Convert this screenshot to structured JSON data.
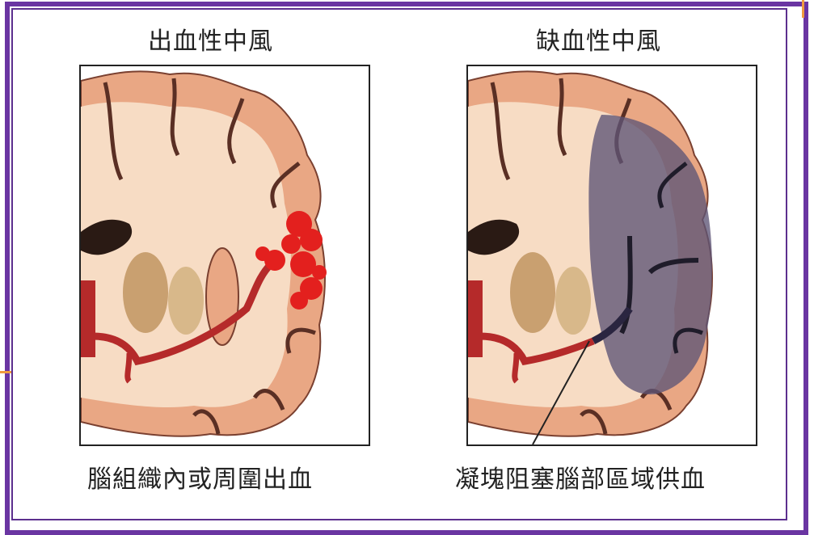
{
  "left_panel": {
    "title": "出血性中風",
    "caption": "腦組織內或周圍出血"
  },
  "right_panel": {
    "title": "缺血性中風",
    "caption": "凝塊阻塞腦部區域供血"
  },
  "colors": {
    "frame": "#6a35a2",
    "accent": "#f09a3e",
    "brain_tissue": "#f7dcc4",
    "cortex": "#e9a784",
    "artery": "#b52a2a",
    "hemorrhage": "#e3201e",
    "ischemia": "#5d5576"
  }
}
